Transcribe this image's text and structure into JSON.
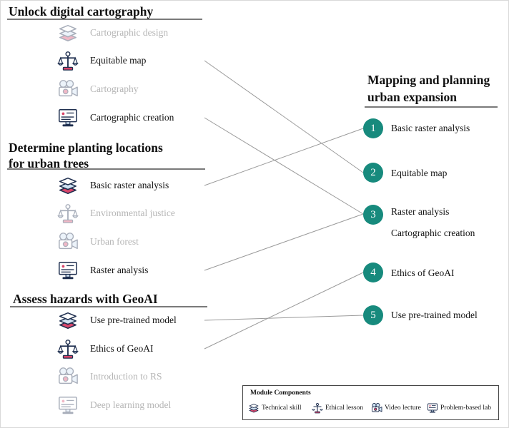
{
  "sections": [
    {
      "title": "Unlock digital cartography",
      "items": [
        {
          "icon": "technical-skill-icon",
          "label": "Cartographic design",
          "active": false
        },
        {
          "icon": "ethical-lesson-icon",
          "label": "Equitable map",
          "active": true
        },
        {
          "icon": "video-lecture-icon",
          "label": "Cartography",
          "active": false
        },
        {
          "icon": "problem-based-lab-icon",
          "label": "Cartographic creation",
          "active": true
        }
      ]
    },
    {
      "title": "Determine planting locations\nfor urban trees",
      "items": [
        {
          "icon": "technical-skill-icon",
          "label": "Basic raster analysis",
          "active": true
        },
        {
          "icon": "ethical-lesson-icon",
          "label": "Environmental justice",
          "active": false
        },
        {
          "icon": "video-lecture-icon",
          "label": "Urban forest",
          "active": false
        },
        {
          "icon": "problem-based-lab-icon",
          "label": "Raster analysis",
          "active": true
        }
      ]
    },
    {
      "title": "Assess hazards with GeoAI",
      "items": [
        {
          "icon": "technical-skill-icon",
          "label": "Use pre-trained model",
          "active": true
        },
        {
          "icon": "ethical-lesson-icon",
          "label": "Ethics of GeoAI",
          "active": true
        },
        {
          "icon": "video-lecture-icon",
          "label": "Introduction to RS",
          "active": false
        },
        {
          "icon": "problem-based-lab-icon",
          "label": "Deep learning model",
          "active": false
        }
      ]
    }
  ],
  "right_panel": {
    "title": "Mapping and planning\nurban expansion",
    "steps": [
      {
        "number": "1",
        "labels": [
          "Basic raster analysis"
        ]
      },
      {
        "number": "2",
        "labels": [
          "Equitable map"
        ]
      },
      {
        "number": "3",
        "labels": [
          "Raster analysis",
          "Cartographic creation"
        ]
      },
      {
        "number": "4",
        "labels": [
          "Ethics of GeoAI"
        ]
      },
      {
        "number": "5",
        "labels": [
          "Use pre-trained model"
        ]
      }
    ]
  },
  "links": [
    {
      "from": "Equitable map",
      "to_step": "2"
    },
    {
      "from": "Cartographic creation",
      "to_step": "3"
    },
    {
      "from": "Basic raster analysis",
      "to_step": "1"
    },
    {
      "from": "Raster analysis",
      "to_step": "3"
    },
    {
      "from": "Use pre-trained model",
      "to_step": "5"
    },
    {
      "from": "Ethics of GeoAI",
      "to_step": "4"
    }
  ],
  "legend": {
    "title": "Module Components",
    "items": [
      {
        "icon": "technical-skill-icon",
        "label": "Technical skill"
      },
      {
        "icon": "ethical-lesson-icon",
        "label": "Ethical lesson"
      },
      {
        "icon": "video-lecture-icon",
        "label": "Video lecture"
      },
      {
        "icon": "problem-based-lab-icon",
        "label": "Problem-based lab"
      }
    ]
  },
  "colors": {
    "accent": "#178a7d",
    "link_line": "#9a9a9a",
    "inactive_text": "#b5b5b5",
    "icon_navy": "#1f2f4f",
    "icon_pink": "#d9466b",
    "icon_blue": "#cfe2f2"
  }
}
